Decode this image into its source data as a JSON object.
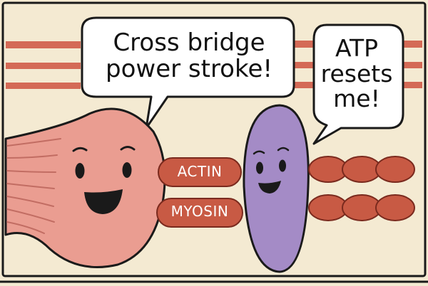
{
  "speech_bubbles": {
    "left": {
      "lines": [
        "Cross bridge",
        "power stroke!"
      ]
    },
    "right": {
      "lines": [
        "ATP",
        "resets",
        "me!"
      ]
    }
  },
  "labels": {
    "actin": "ACTIN",
    "myosin": "MYOSIN"
  },
  "characters": {
    "muscle_head": {
      "color": "#ea9d91",
      "expression": "smiling"
    },
    "purple_bean": {
      "color": "#a48bc6",
      "expression": "smiling"
    }
  },
  "colors": {
    "background": "#f4ead2",
    "filament_red": "#c85a44",
    "filament_stroke": "#7a2a1e",
    "outline": "#1a1a1a"
  }
}
